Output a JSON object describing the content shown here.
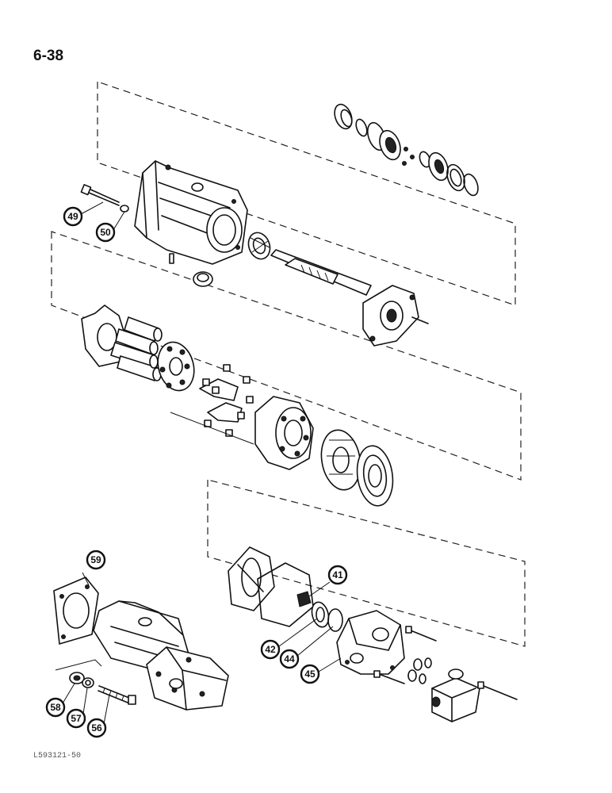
{
  "page": {
    "page_number": "6-38",
    "figure_code": "L593121-50"
  },
  "callouts": [
    {
      "id": "49",
      "label": "49"
    },
    {
      "id": "50",
      "label": "50"
    },
    {
      "id": "59",
      "label": "59"
    },
    {
      "id": "41",
      "label": "41"
    },
    {
      "id": "42",
      "label": "42"
    },
    {
      "id": "44",
      "label": "44"
    },
    {
      "id": "45",
      "label": "45"
    },
    {
      "id": "58",
      "label": "58"
    },
    {
      "id": "57",
      "label": "57"
    },
    {
      "id": "56",
      "label": "56"
    }
  ]
}
